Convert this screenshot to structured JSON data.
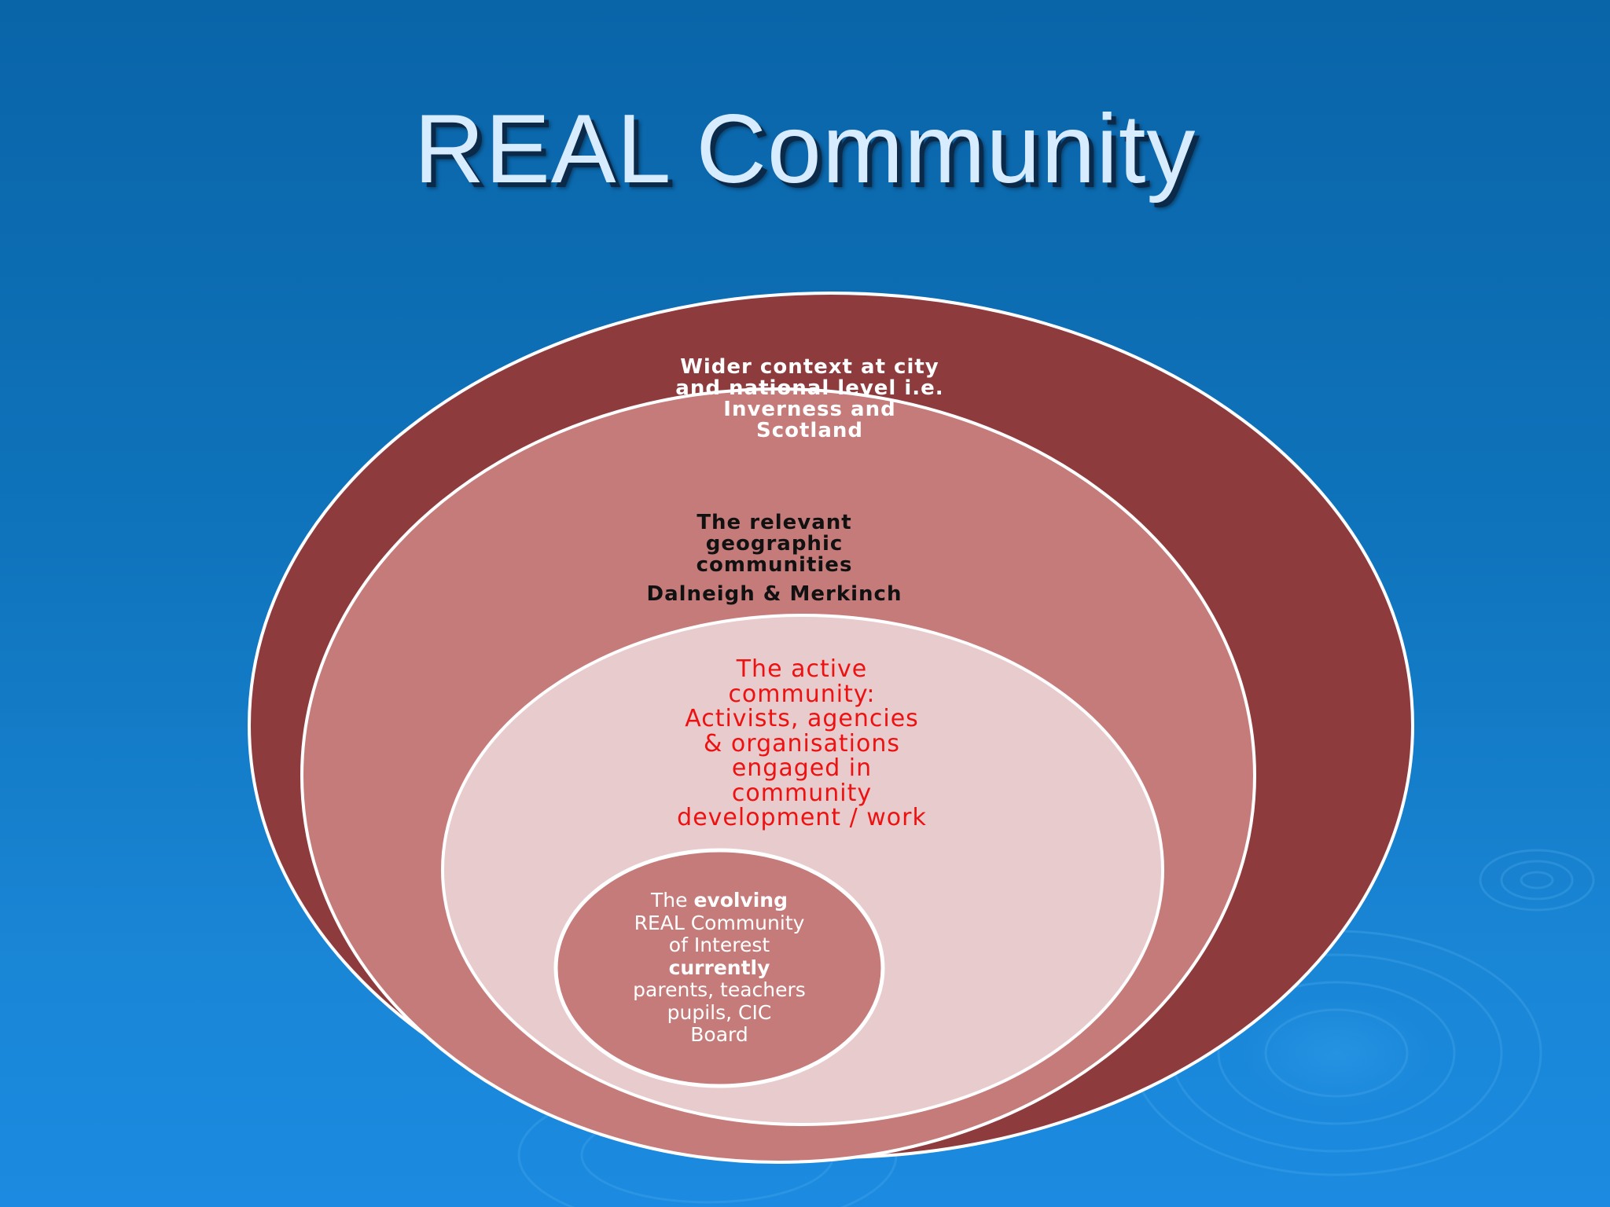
{
  "title": "REAL Community",
  "colors": {
    "background": "#0f74bc",
    "outer_ring": "#8e3b3d",
    "middle_ring": "#c57b7a",
    "inner_ring": "#e8cbcc",
    "core_circle": "#c57b7a",
    "active_text": "#ee1111",
    "title_text": "#d8ecff"
  },
  "rings": {
    "outer": {
      "lines": [
        "Wider context at city",
        "and national level i.e.",
        "Inverness and",
        "Scotland"
      ]
    },
    "geographic": {
      "lines": [
        "The relevant",
        "geographic",
        "communities"
      ],
      "example": "Dalneigh & Merkinch"
    },
    "active": {
      "lines": [
        "The active",
        "community:",
        "Activists, agencies",
        "& organisations",
        "engaged in",
        "community",
        "development / work"
      ]
    },
    "core": {
      "line1_prefix": "The ",
      "line1_bold": "evolving",
      "line2": "REAL Community",
      "line3": "of Interest",
      "line4_bold": "currently",
      "line5": "parents, teachers",
      "line6": "pupils, CIC",
      "line7": "Board"
    }
  }
}
